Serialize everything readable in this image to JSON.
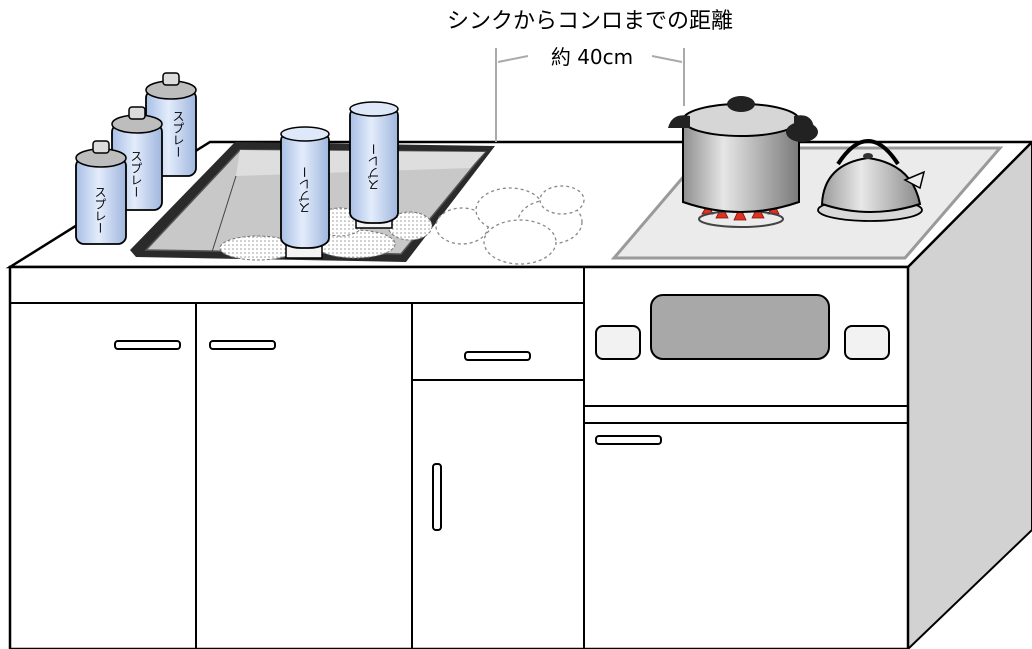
{
  "annotation": {
    "title": "シンクからコンロまでの距離",
    "distance": "約 40cm"
  },
  "can_label": "スプレー",
  "colors": {
    "can_body": "#c9d8f0",
    "outline": "#000000",
    "sink": "#c8c8c8",
    "steel": "#b0b0b0",
    "flame": "#e03020",
    "counter_side": "#d2d2d2"
  }
}
